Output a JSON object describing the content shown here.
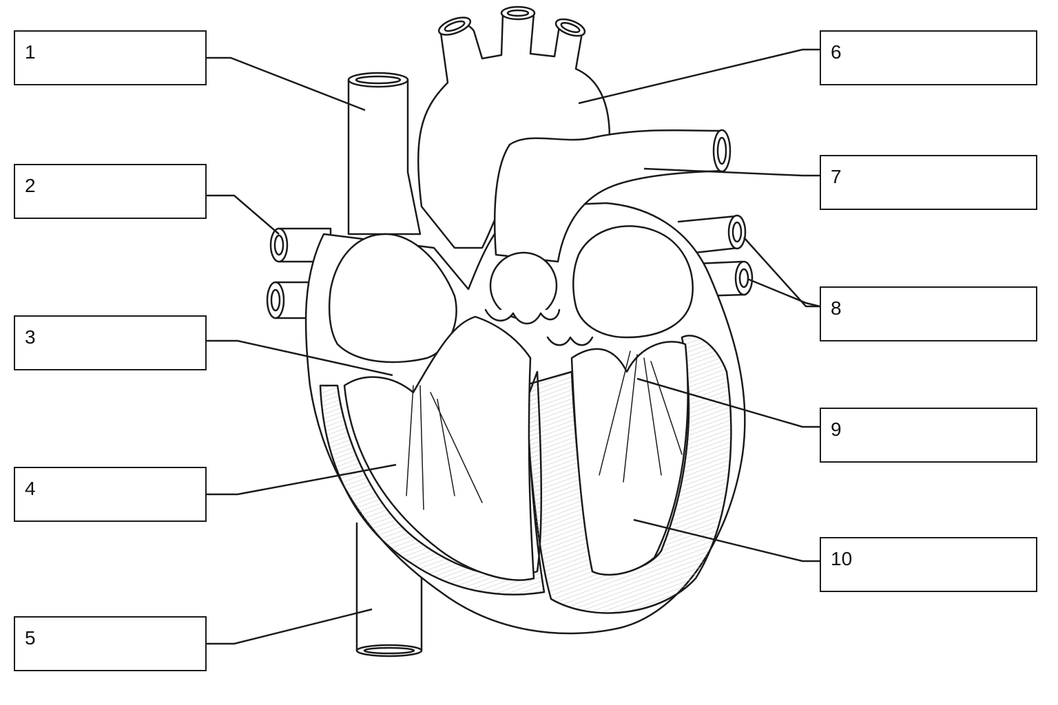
{
  "labels": [
    {
      "number": "1",
      "answer": ""
    },
    {
      "number": "2",
      "answer": ""
    },
    {
      "number": "3",
      "answer": ""
    },
    {
      "number": "4",
      "answer": ""
    },
    {
      "number": "5",
      "answer": ""
    },
    {
      "number": "6",
      "answer": ""
    },
    {
      "number": "7",
      "answer": ""
    },
    {
      "number": "8",
      "answer": ""
    },
    {
      "number": "9",
      "answer": ""
    },
    {
      "number": "10",
      "answer": ""
    }
  ],
  "colors": {
    "ink": "#1a1a1a",
    "paper": "#ffffff",
    "hatch": "#9a9a9a"
  }
}
